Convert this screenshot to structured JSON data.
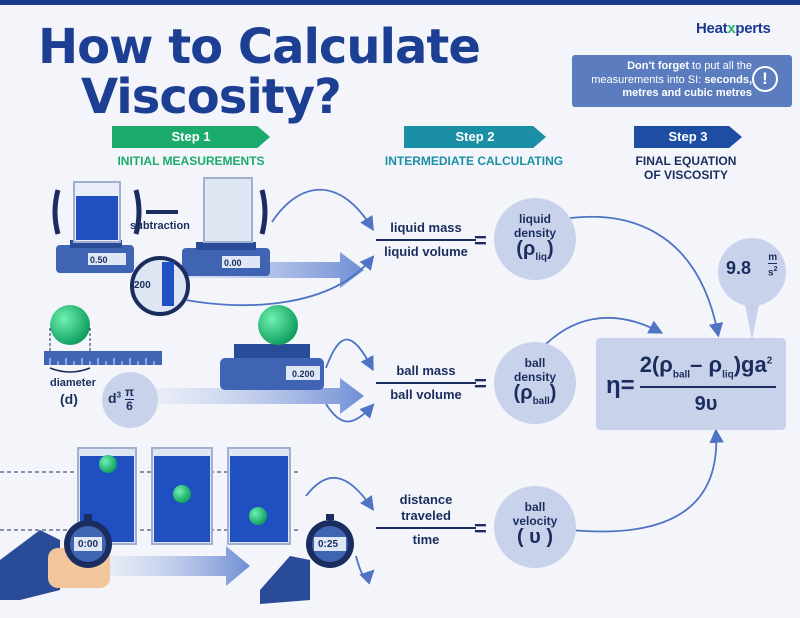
{
  "brand": {
    "part1": "Heat",
    "part2": "x",
    "part3": "perts"
  },
  "title": {
    "line1": "How to Calculate",
    "line2": "Viscosity?"
  },
  "notice": {
    "pre": "Don't forget",
    "mid": " to put all the measurements into SI: ",
    "bold": "seconds, metres and cubic metres",
    "icon": "exclamation-icon"
  },
  "steps": [
    {
      "label": "Step 1",
      "subtitle": "INITIAL MEASUREMENTS",
      "color": "#1bab6c"
    },
    {
      "label": "Step 2",
      "subtitle": "INTERMEDIATE  CALCULATING",
      "color": "#1b8fa6"
    },
    {
      "label": "Step 3",
      "subtitle1": "FINAL EQUATION",
      "subtitle2": "OF VISCOSITY",
      "color": "#1d4ea3"
    }
  ],
  "row1": {
    "subtraction": "subtraction",
    "scale1": "0.50",
    "scale2": "0.00",
    "magnifier": "200",
    "numerator": "liquid mass",
    "denominator": "liquid volume",
    "equals": "=",
    "circle_line1": "liquid",
    "circle_line2": "density",
    "symbol": "ρ",
    "symbol_sub": "liq"
  },
  "row2": {
    "diameter": "diameter",
    "diameter_sym": "(d)",
    "formula_d": "d",
    "formula_pow": "3",
    "formula_pi": "π",
    "formula_den": "6",
    "scale": "0.200",
    "numerator": "ball mass",
    "denominator": "ball volume",
    "equals": "=",
    "circle_line1": "ball",
    "circle_line2": "density",
    "symbol": "ρ",
    "symbol_sub": "ball"
  },
  "row3": {
    "timer1": "0:00",
    "timer2": "0:25",
    "numerator1": "distance",
    "numerator2": "traveled",
    "denominator": "time",
    "equals": "=",
    "circle_line1": "ball",
    "circle_line2": "velocity",
    "symbol": "( υ )"
  },
  "gravity": {
    "value": "9.8",
    "unit_num": "m",
    "unit_den": "s",
    "unit_pow": "2"
  },
  "equation": {
    "eta": "η=",
    "num_a": "2(ρ",
    "num_b": "ball",
    "num_c": "– ρ",
    "num_d": "liq",
    "num_e": ")ga",
    "num_f": "2",
    "den": "9υ"
  },
  "colors": {
    "title": "#1c3f93",
    "green": "#1bab6c",
    "teal": "#1b8fa6",
    "navy": "#1d4ea3",
    "bubble": "#c8d3eb",
    "liquid": "#1f4fc0"
  }
}
